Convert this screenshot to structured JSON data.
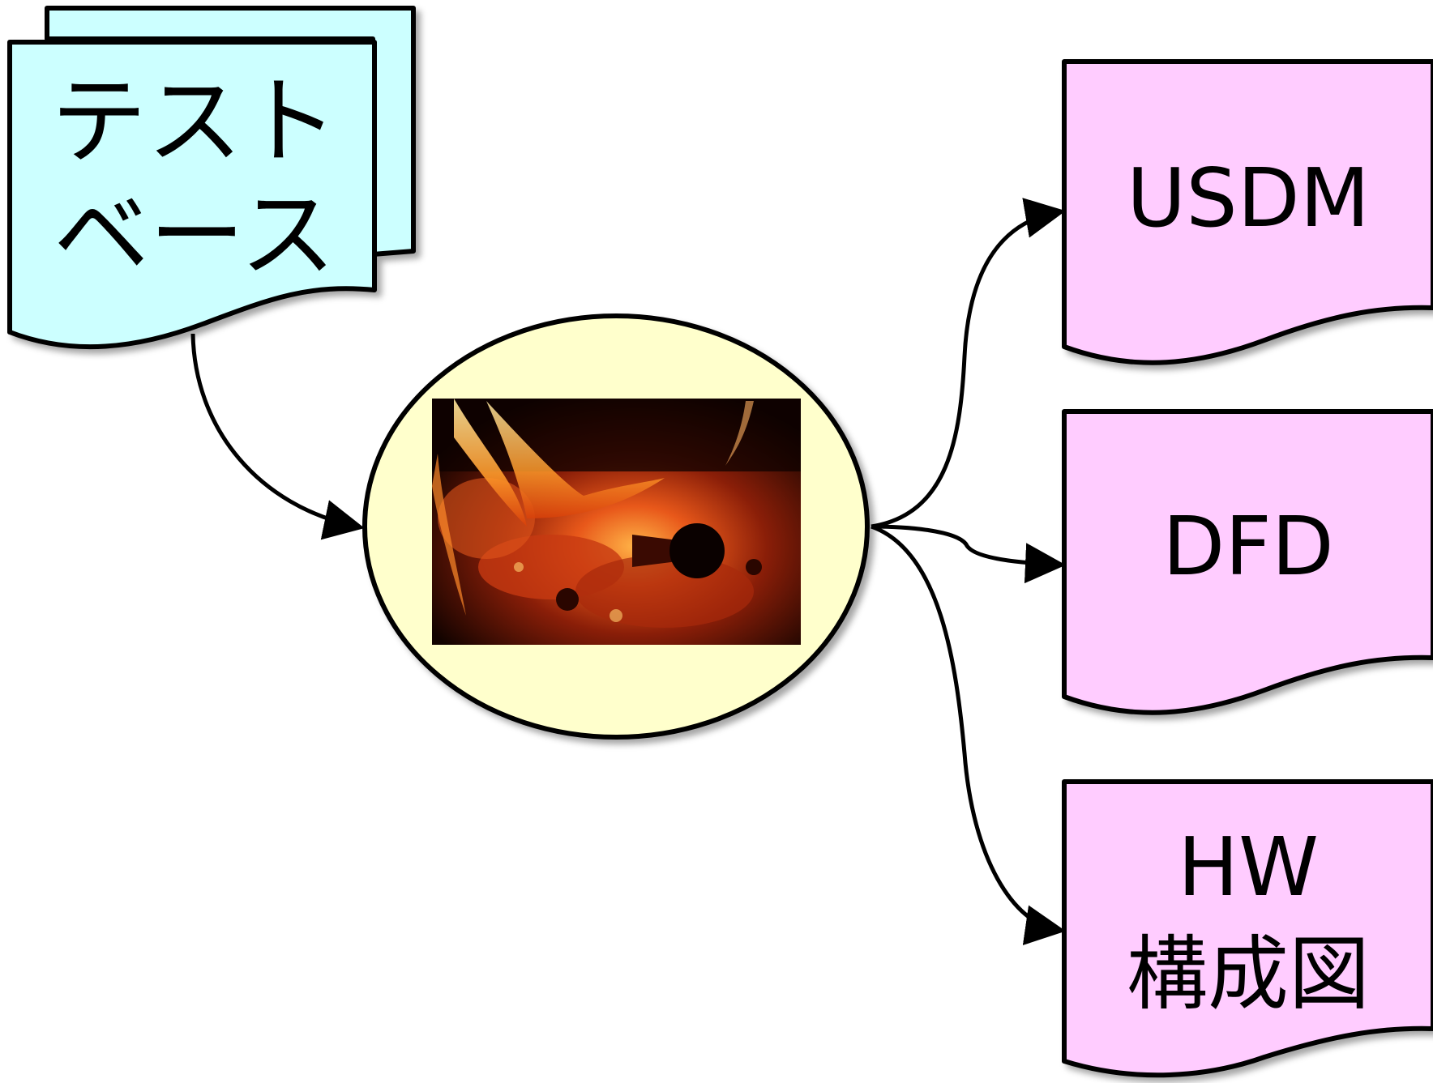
{
  "source": {
    "lines": [
      "テスト",
      "ベース"
    ],
    "fill": "#ccffff",
    "stack_fill": "#ccffff"
  },
  "process": {
    "fill": "#ffffcc",
    "image": "campfire-embers-photo"
  },
  "outputs": [
    {
      "lines": [
        "USDM"
      ],
      "fill": "#ffccff"
    },
    {
      "lines": [
        "DFD"
      ],
      "fill": "#ffccff"
    },
    {
      "lines": [
        "HW",
        "構成図"
      ],
      "fill": "#ffccff"
    }
  ],
  "connector_color": "#000000"
}
